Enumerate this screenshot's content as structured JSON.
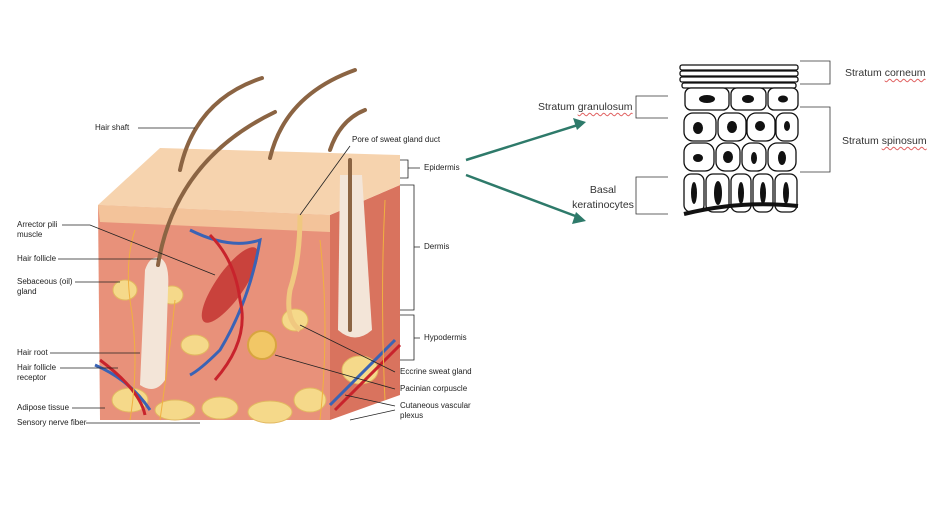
{
  "skin_diagram": {
    "left_labels": [
      "Hair shaft",
      "Arrector pili",
      "muscle",
      "Hair follicle",
      "Sebaceous (oil)",
      "gland",
      "Hair root",
      "Hair follicle",
      "receptor",
      "Adipose tissue",
      "Sensory nerve fiber"
    ],
    "top_labels": [
      "Pore of sweat gland duct"
    ],
    "right_labels": [
      "Epidermis",
      "Dermis",
      "Hypodermis",
      "Eccrine sweat gland",
      "Pacinian corpuscle",
      "Cutaneous vascular",
      "plexus"
    ]
  },
  "epidermis_layers": {
    "corneum": {
      "word1": "Stratum",
      "word2": "corneum"
    },
    "granulosum": {
      "word1": "Stratum",
      "word2": "granulosum"
    },
    "spinosum": {
      "word1": "Stratum",
      "word2": "spinosum"
    },
    "basal": {
      "line1": "Basal",
      "line2": "keratinocytes"
    }
  },
  "colors": {
    "arrow": "#2e7a6a",
    "dermis": "#e8917a",
    "epidermis": "#f6d3ae",
    "fat": "#f5d98a",
    "vein": "#3a63b5",
    "artery": "#c8232c"
  }
}
